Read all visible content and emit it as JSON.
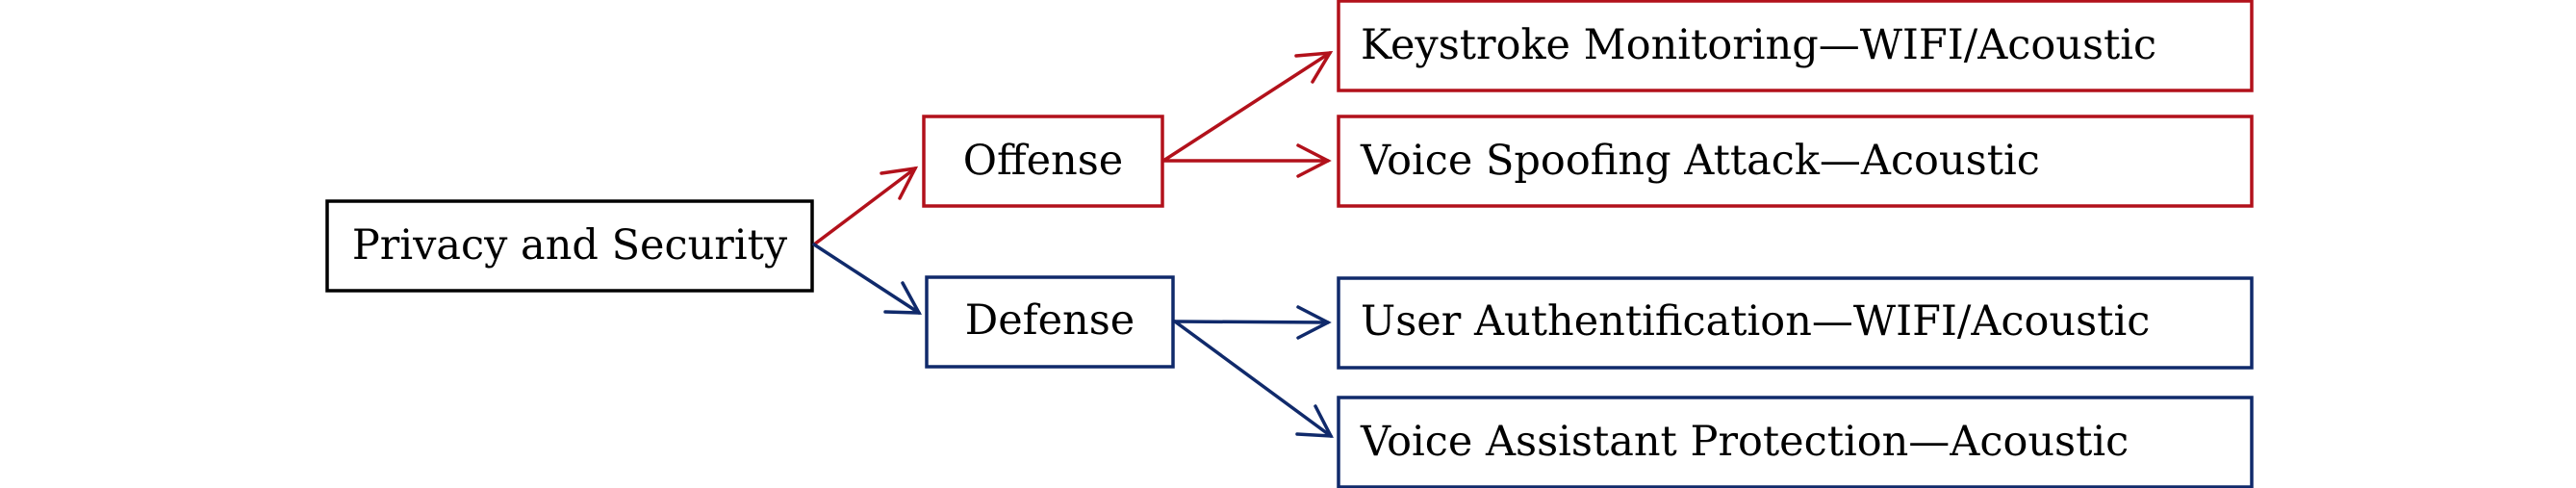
{
  "diagram": {
    "root": {
      "label": "Privacy and Security",
      "color": "#000000"
    },
    "branches": [
      {
        "label": "Offense",
        "color": "#b2111b",
        "children": [
          "Keystroke Monitoring—WIFI/Acoustic",
          "Voice Spoofing Attack—Acoustic"
        ]
      },
      {
        "label": "Defense",
        "color": "#102a6b",
        "children": [
          "User Authentification—WIFI/Acoustic",
          "Voice Assistant Protection—Acoustic"
        ]
      }
    ]
  }
}
